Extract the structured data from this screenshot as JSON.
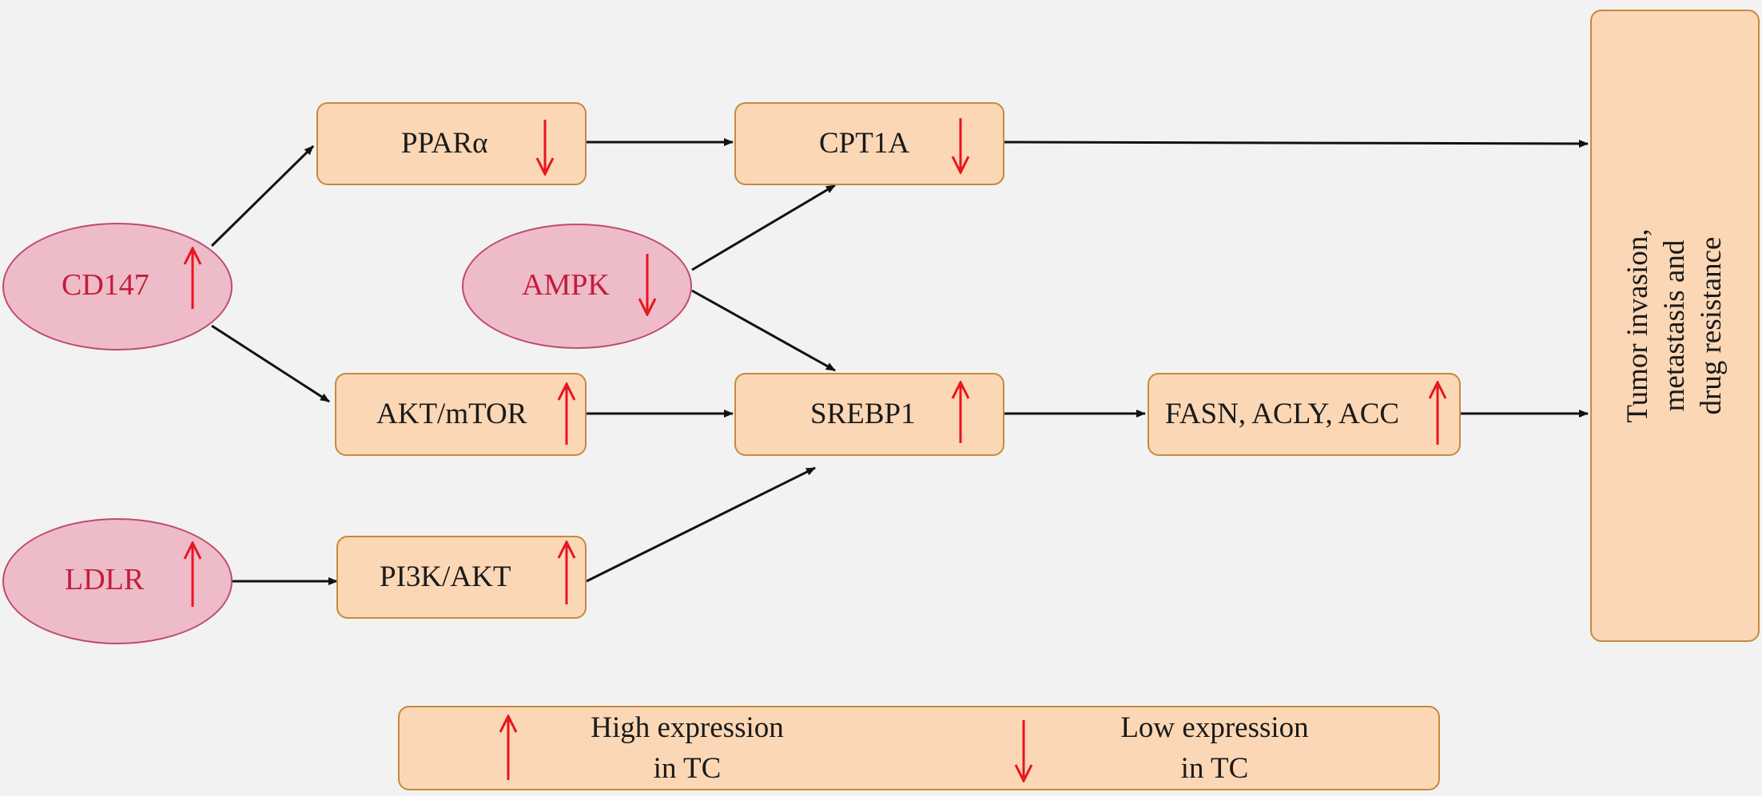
{
  "nodes": {
    "ppar": {
      "label": "PPARα",
      "expression": "low"
    },
    "cpt1a": {
      "label": "CPT1A",
      "expression": "low"
    },
    "cd147": {
      "label": "CD147",
      "expression": "high"
    },
    "ampk": {
      "label": "AMPK",
      "expression": "low"
    },
    "akt_mtor": {
      "label": "AKT/mTOR",
      "expression": "high"
    },
    "srebp1": {
      "label": "SREBP1",
      "expression": "high"
    },
    "fasn": {
      "label": "FASN, ACLY, ACC",
      "expression": "high"
    },
    "ldlr": {
      "label": "LDLR",
      "expression": "high"
    },
    "pi3k": {
      "label": "PI3K/AKT",
      "expression": "high"
    },
    "outcome": {
      "lines": [
        "Tumor invasion,",
        "metastasis and",
        "drug resistance"
      ]
    }
  },
  "edges": [
    [
      "cd147",
      "ppar"
    ],
    [
      "cd147",
      "akt_mtor"
    ],
    [
      "ppar",
      "cpt1a"
    ],
    [
      "cpt1a",
      "outcome"
    ],
    [
      "ampk",
      "cpt1a"
    ],
    [
      "ampk",
      "srebp1"
    ],
    [
      "akt_mtor",
      "srebp1"
    ],
    [
      "srebp1",
      "fasn"
    ],
    [
      "fasn",
      "outcome"
    ],
    [
      "ldlr",
      "pi3k"
    ],
    [
      "pi3k",
      "srebp1"
    ]
  ],
  "legend": {
    "high": {
      "line1": "High expression",
      "line2": "in TC"
    },
    "low": {
      "line1": "Low expression",
      "line2": "in TC"
    }
  },
  "colors": {
    "box_fill": "#fbd7b5",
    "box_border": "#c58a3c",
    "ellipse_fill": "#edbcc8",
    "ellipse_border": "#c04a6f",
    "ellipse_text": "#c31d3b",
    "arrow_red": "#e8141c",
    "edge": "#111111"
  }
}
